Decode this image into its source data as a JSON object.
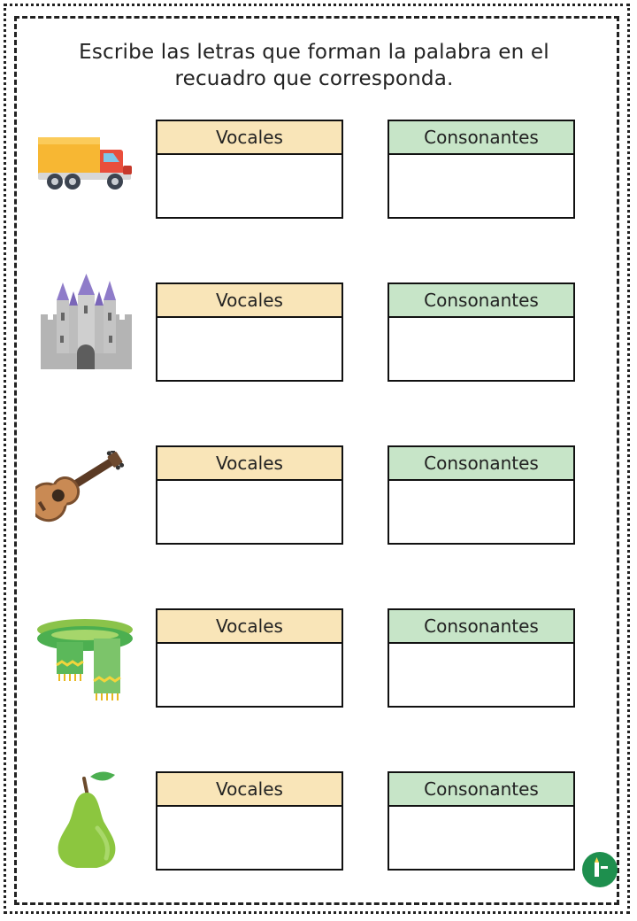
{
  "instruction": "Escribe las letras que forman la palabra en el recuadro que corresponda.",
  "labels": {
    "vowels": "Vocales",
    "consonants": "Consonantes"
  },
  "items": [
    {
      "icon": "truck-icon"
    },
    {
      "icon": "castle-icon"
    },
    {
      "icon": "guitar-icon"
    },
    {
      "icon": "scarf-icon"
    },
    {
      "icon": "pear-icon"
    }
  ],
  "colors": {
    "vowels_header": "#f9e5b8",
    "consonants_header": "#c7e5c8",
    "logo": "#1e8f4e"
  }
}
